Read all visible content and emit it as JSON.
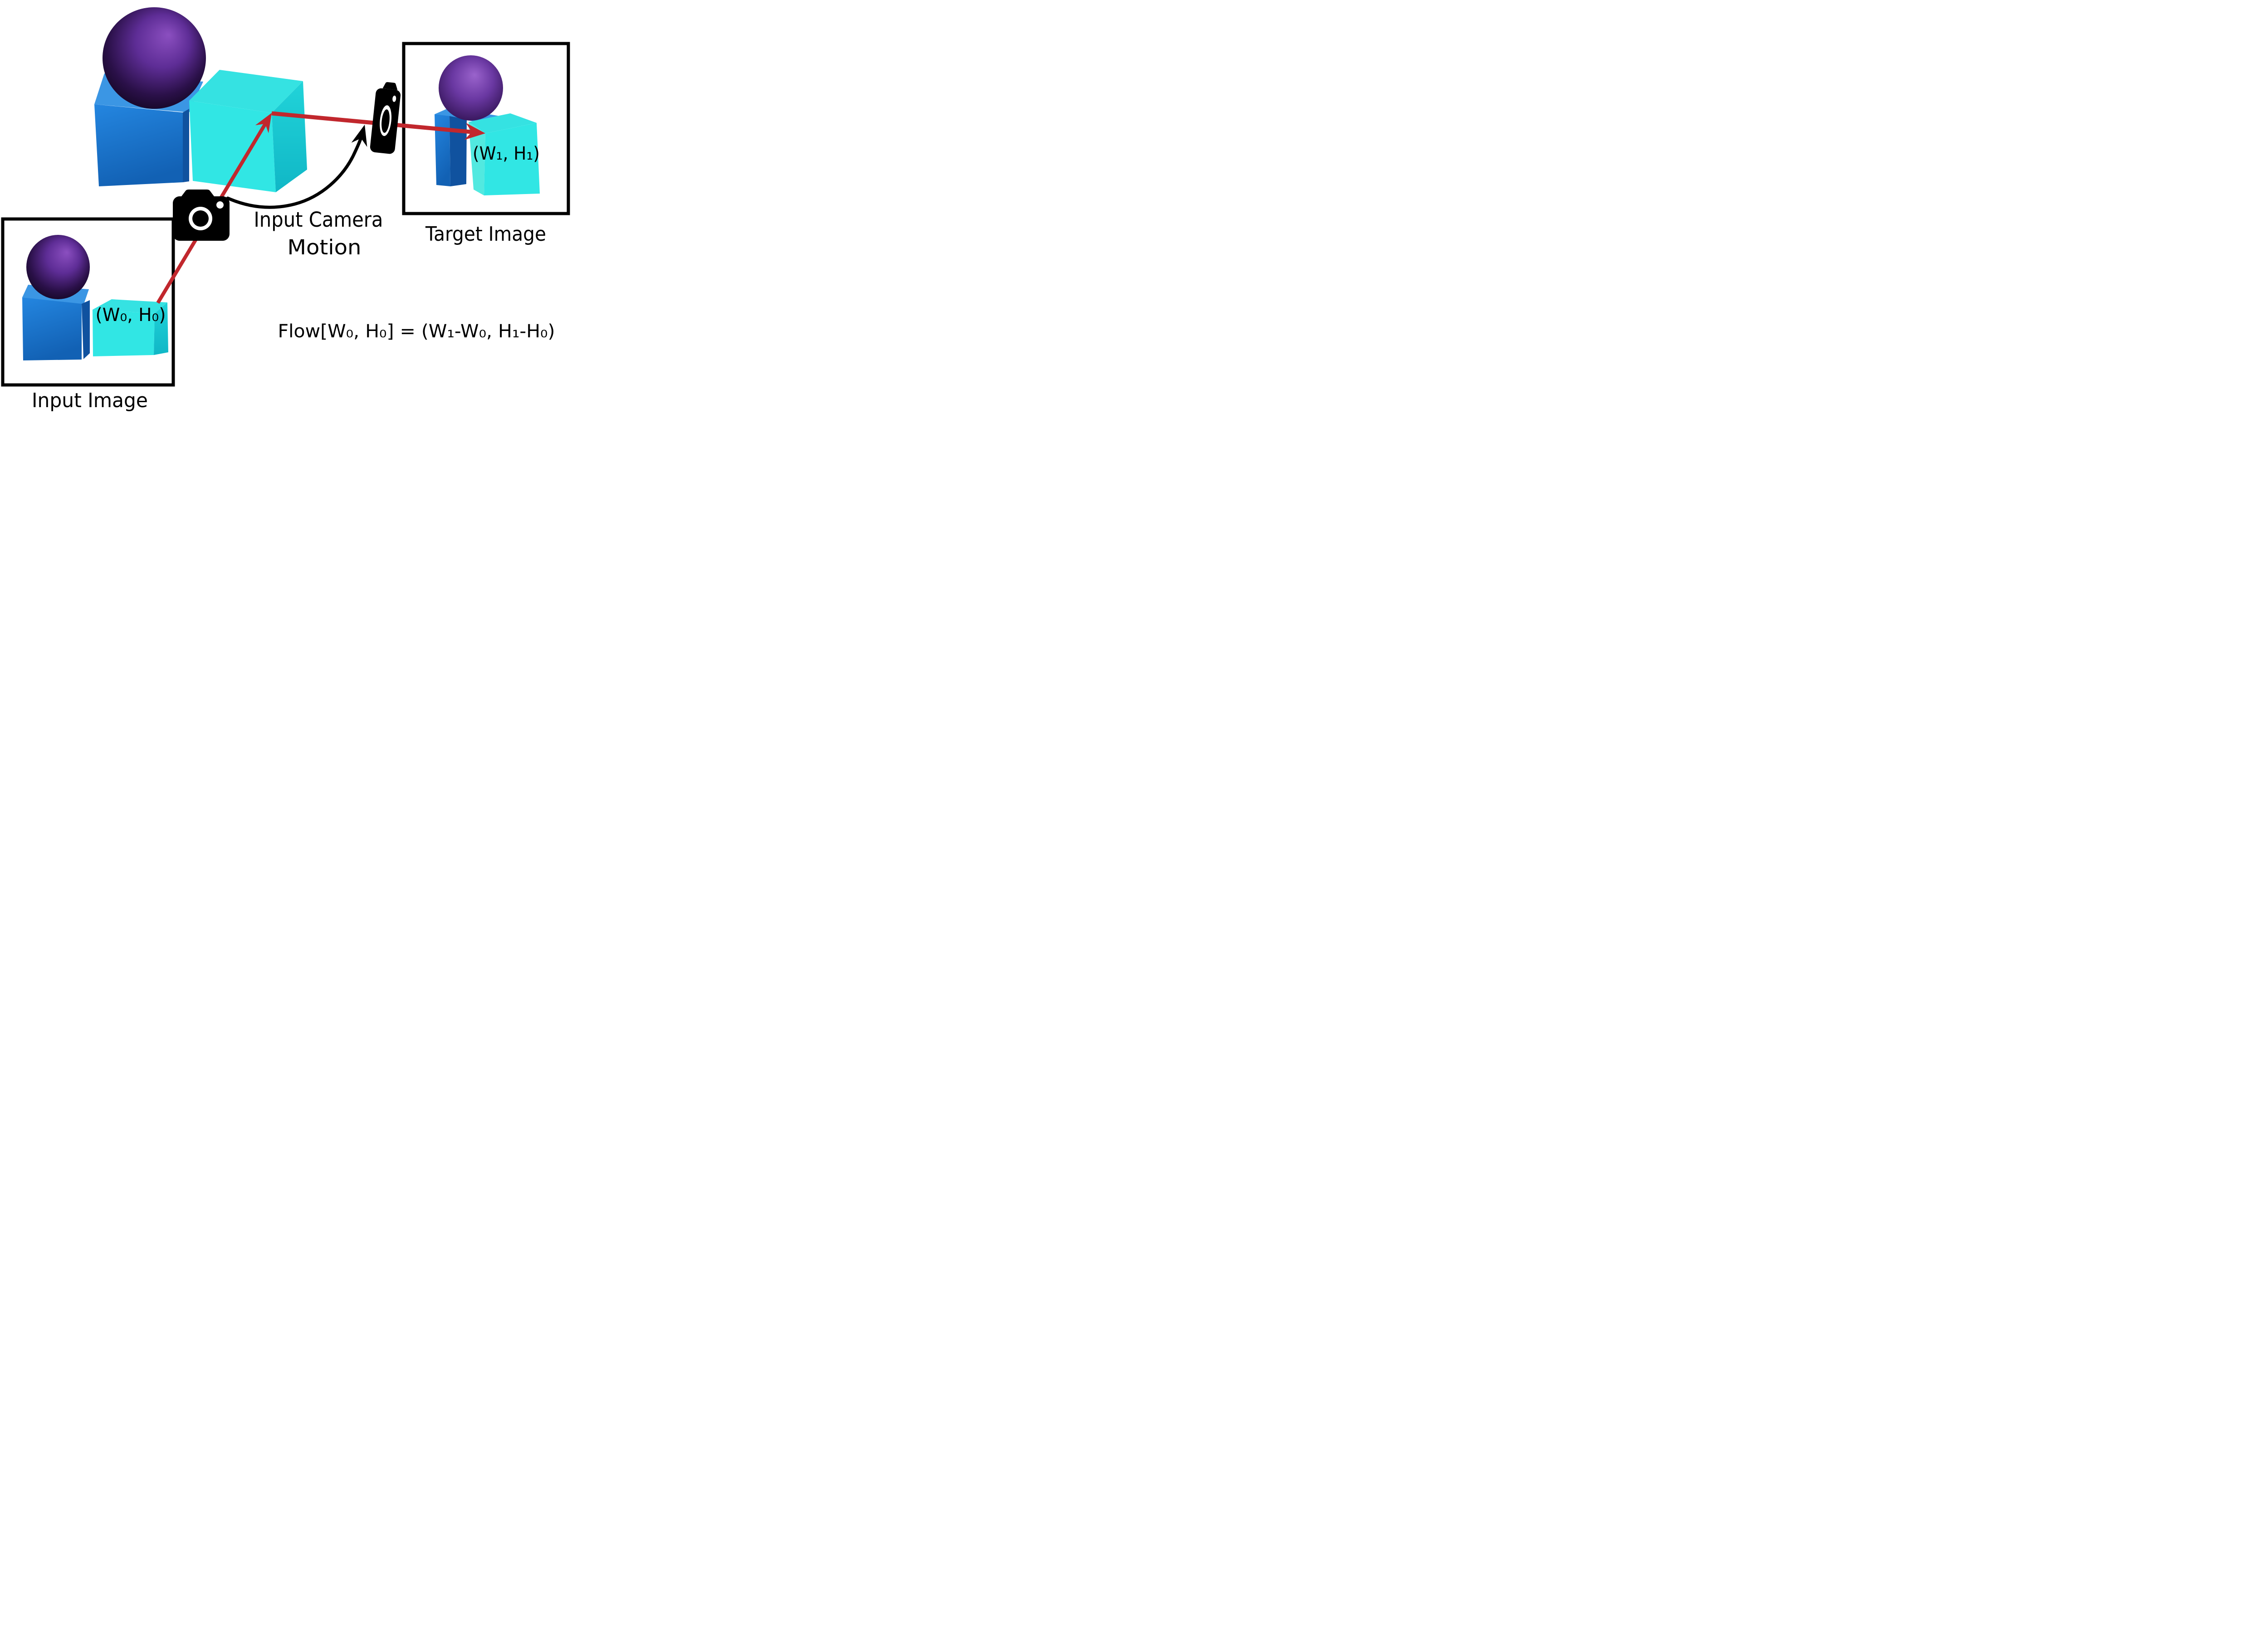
{
  "diagram": {
    "background": "#ffffff",
    "input_image": {
      "label": "Input Image",
      "point_label": "(W₀, H₀)"
    },
    "target_image": {
      "label": "Target Image",
      "point_label": "(W₁, H₁)"
    },
    "camera_motion": {
      "line1": "Input Camera",
      "line2": "Motion"
    },
    "formula": "Flow[W₀, H₀] = (W₁-W₀, H₁-H₀)",
    "icons": {
      "input_camera": "camera-icon",
      "target_camera": "camera-icon",
      "input_ray": "red-arrow",
      "target_ray": "red-arrow",
      "motion_arc": "curved-arrow"
    },
    "colors": {
      "ink": "#000000",
      "arrow_red": "#c1272d",
      "blue_top": "#3b96e4",
      "blue_front_light": "#2486e0",
      "blue_front_dark": "#1261b4",
      "blue_side": "#10529f",
      "cyan_top": "#35e2e2",
      "cyan_front": "#31e6e4",
      "cyan_side_light": "#21d3d9",
      "cyan_side_dark": "#10b7c6",
      "cyan_left_face": "#52e9e0",
      "sphere_highlight": "#8b4fc0",
      "sphere_mid": "#5e2d96",
      "sphere_dark": "#2a1048",
      "sphere_edge": "#140724",
      "target_sphere_highlight": "#9a63cc",
      "target_sphere_mid": "#6a38a2",
      "target_sphere_edge": "#311353"
    }
  }
}
